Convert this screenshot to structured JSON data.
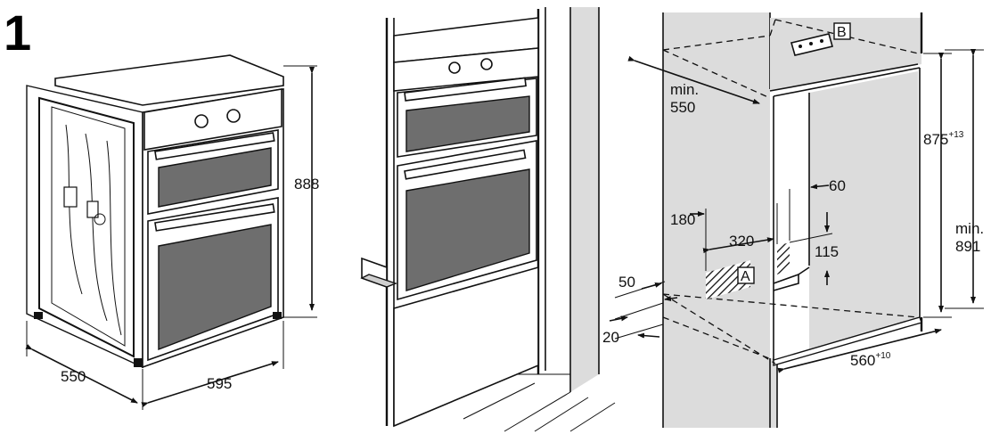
{
  "figure_number": "1",
  "oven_dimensions": {
    "height": "888",
    "depth": "550",
    "width": "595"
  },
  "cabinet_dimensions": {
    "min_depth_label": "min.",
    "min_depth_value": "550",
    "height_base": "875",
    "height_tolerance": "+13",
    "min_height_label": "min.",
    "min_height_value": "891",
    "width_base": "560",
    "width_tolerance": "+10",
    "vent_width": "320",
    "vent_offset": "180",
    "gap_60": "60",
    "gap_115": "115",
    "edge_50": "50",
    "edge_20": "20"
  },
  "markers": {
    "a": "A",
    "b": "B"
  }
}
